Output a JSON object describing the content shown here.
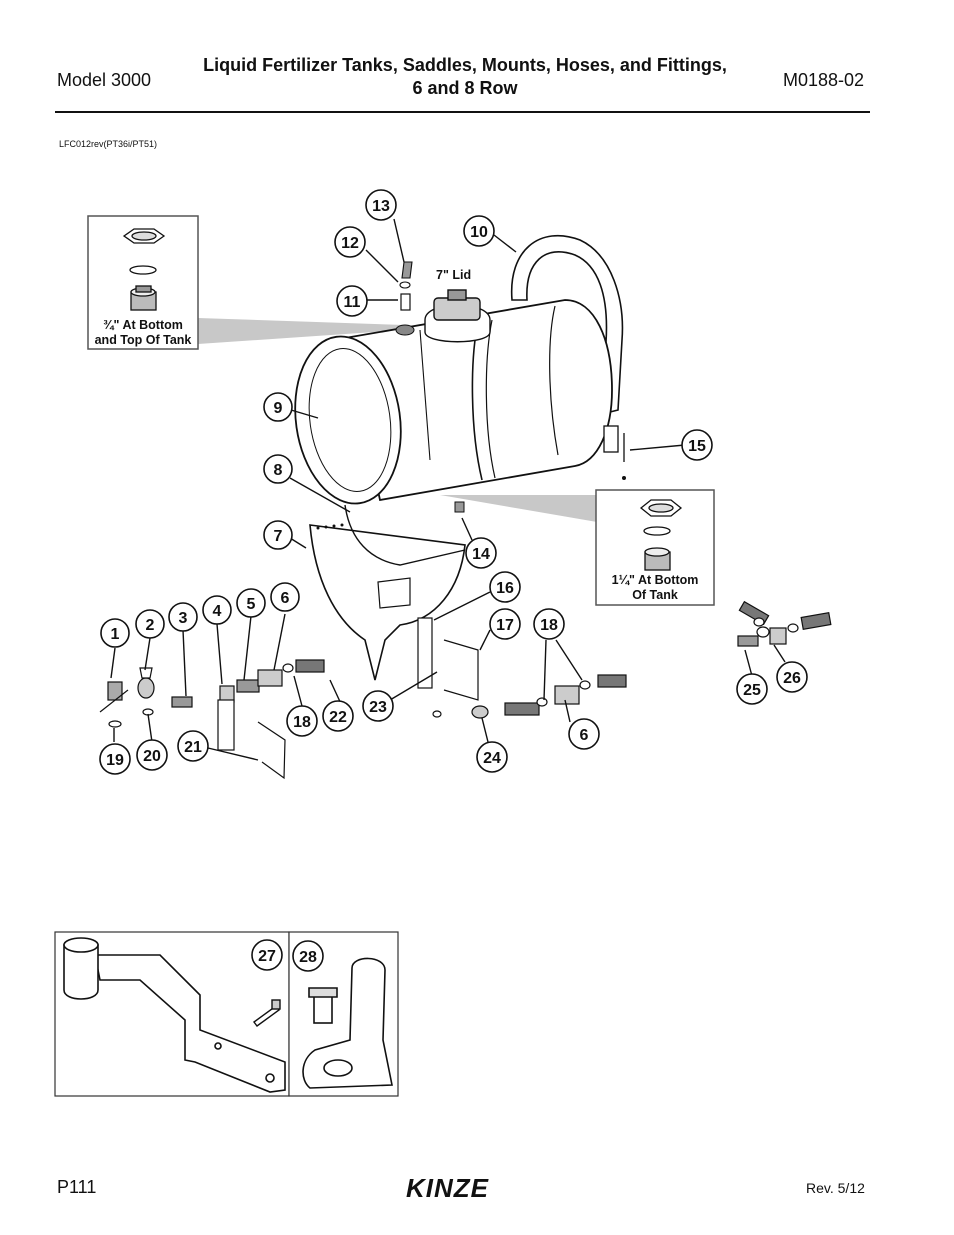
{
  "header": {
    "model": "Model 3000",
    "title_line1": "Liquid Fertilizer Tanks, Saddles, Mounts, Hoses, and Fittings,",
    "title_line2": "6 and 8 Row",
    "doc_number": "M0188-02"
  },
  "figure": {
    "code": "LFC012rev(PT36i/PT51)",
    "lid_label": "7\" Lid",
    "inset_top_label_line1": "¾\" At Bottom",
    "inset_top_label_line2": "and Top Of Tank",
    "inset_bottom_label_line1": "1¼\" At Bottom",
    "inset_bottom_label_line2": "Of Tank",
    "callouts": [
      "1",
      "2",
      "3",
      "4",
      "5",
      "6",
      "7",
      "8",
      "9",
      "10",
      "11",
      "12",
      "13",
      "14",
      "15",
      "16",
      "17",
      "18",
      "18",
      "19",
      "20",
      "21",
      "22",
      "23",
      "24",
      "25",
      "26",
      "6",
      "27",
      "28"
    ]
  },
  "footer": {
    "page": "P111",
    "logo_text": "KINZE",
    "revision": "Rev. 5/12"
  }
}
